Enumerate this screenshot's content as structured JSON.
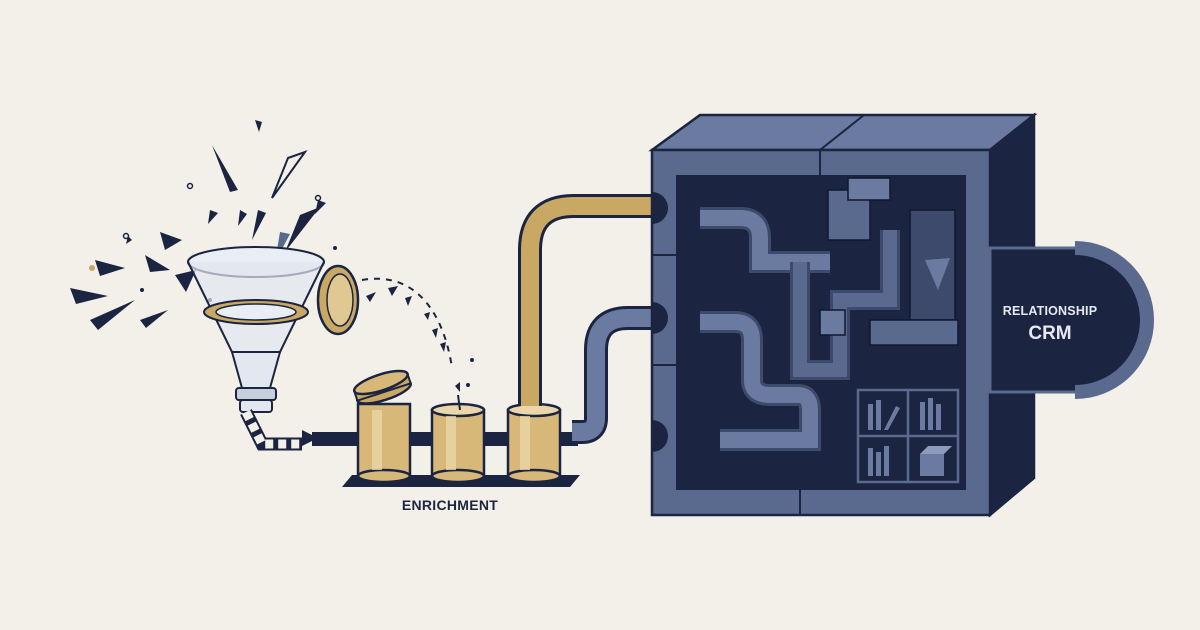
{
  "labels": {
    "enrichment": "ENRICHMENT",
    "relationship": "RELATIONSHIP",
    "crm": "CRM"
  },
  "colors": {
    "background": "#f3f0ea",
    "navy": "#1b2440",
    "slate": "#5a6a8e",
    "slate_dark": "#3d4a6b",
    "gold": "#c9a864",
    "amber_fill": "#d8b878"
  },
  "icons": [
    "funnel-icon",
    "filter-lid-icon",
    "canister-icon",
    "pipe-icon",
    "crm-cabinet-icon",
    "shelf-icon"
  ]
}
